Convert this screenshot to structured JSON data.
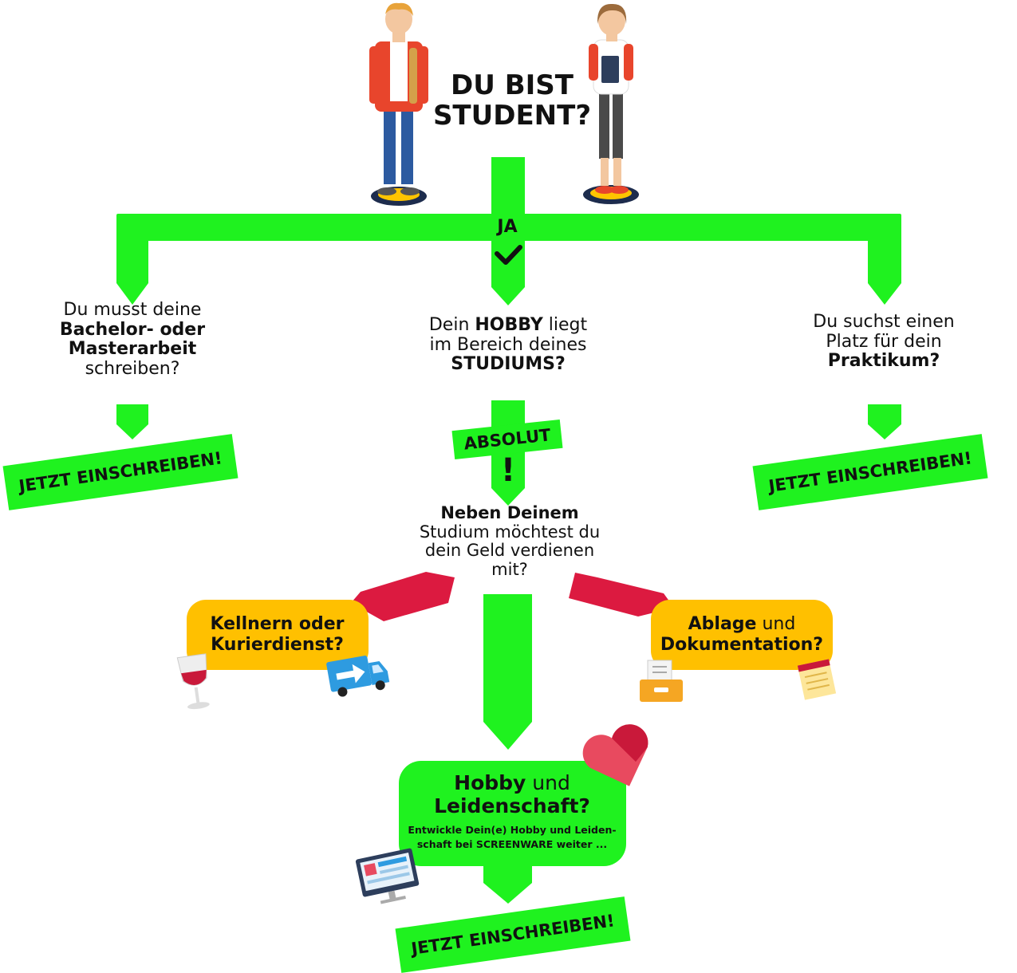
{
  "title": "DU BIST STUDENT?",
  "title_line1": "DU BIST",
  "title_line2": "STUDENT?",
  "ja_label": "JA",
  "questions": {
    "left": {
      "line1": "Du musst deine",
      "line2": "Bachelor- oder",
      "line3": "Masterarbeit",
      "line4": "schreiben?"
    },
    "center": {
      "line1a": "Dein ",
      "line1b": "HOBBY",
      "line1c": " liegt",
      "line2": "im Bereich deines",
      "line3": "STUDIUMS?"
    },
    "right": {
      "line1": "Du suchst einen",
      "line2": "Platz für dein",
      "line3": "Praktikum?"
    }
  },
  "cta_label": "JETZT EINSCHREIBEN!",
  "absolut_label": "ABSOLUT",
  "exclaim": "!",
  "money_question": {
    "line1": "Neben Deinem",
    "line2": "Studium möchtest du",
    "line3": "dein Geld verdienen",
    "line4": "mit?"
  },
  "option_left": {
    "line1": "Kellnern oder",
    "line2": "Kurierdienst?"
  },
  "option_right": {
    "line1a": "Ablage",
    "line1b": " und",
    "line2": "Dokumentation?"
  },
  "hobby_box": {
    "title_a": "Hobby",
    "title_b": " und",
    "title_line2": "Leidenschaft?",
    "sub_line1": "Entwickle Dein(e) Hobby und Leiden-",
    "sub_line2": "schaft bei SCREENWARE weiter  ..."
  },
  "colors": {
    "green": "#1ff21f",
    "yellow": "#ffc000",
    "red": "#dc1a40",
    "heart": "#e84a5f"
  }
}
